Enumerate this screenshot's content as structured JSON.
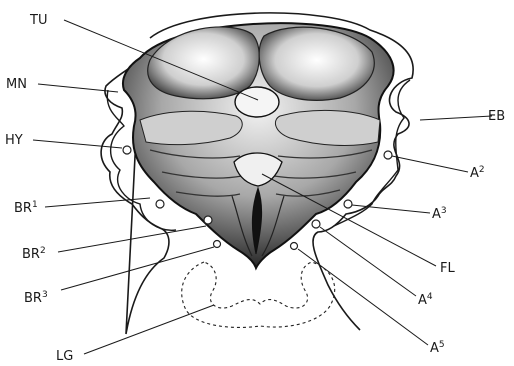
{
  "figure": {
    "labels": {
      "tu": {
        "base": "TU",
        "sup": ""
      },
      "mn": {
        "base": "MN",
        "sup": ""
      },
      "hy": {
        "base": "HY",
        "sup": ""
      },
      "br1": {
        "base": "BR",
        "sup": "1"
      },
      "br2": {
        "base": "BR",
        "sup": "2"
      },
      "br3": {
        "base": "BR",
        "sup": "3"
      },
      "lg": {
        "base": "LG",
        "sup": ""
      },
      "eb": {
        "base": "EB",
        "sup": ""
      },
      "a2": {
        "base": "A",
        "sup": "2"
      },
      "a3": {
        "base": "A",
        "sup": "3"
      },
      "fl": {
        "base": "FL",
        "sup": ""
      },
      "a4": {
        "base": "A",
        "sup": "4"
      },
      "a5": {
        "base": "A",
        "sup": "5"
      }
    }
  }
}
